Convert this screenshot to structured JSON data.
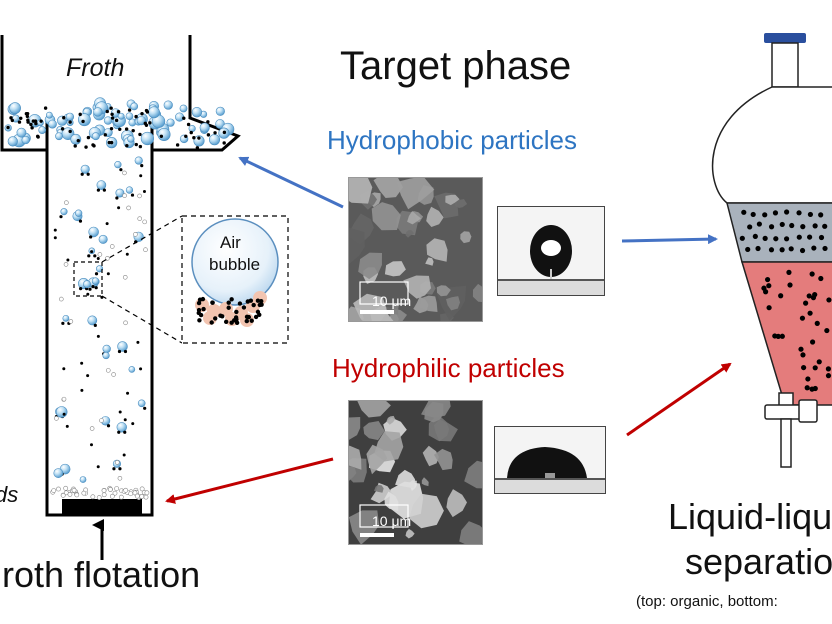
{
  "title": "Target phase",
  "froth_label": "Froth",
  "hydrophobic_label": "Hydrophobic particles",
  "hydrophilic_label": "Hydrophilic particles",
  "scale_bar_top": "10 μm",
  "scale_bar_bottom": "10 μm",
  "air_bubble_line1": "Air",
  "air_bubble_line2": "bubble",
  "froth_flotation_label": "roth flotation",
  "left_partial_label": "ds",
  "liquid_liquid_line1": "Liquid-liqu",
  "liquid_liquid_line2": "separatio",
  "phase_note": "(top: organic, bottom:",
  "colors": {
    "blue_text": "#2e75c2",
    "red_text": "#c00000",
    "blue_arrow": "#4472c4",
    "red_arrow": "#c00000",
    "organic_phase": "#a9b2bc",
    "aqueous_phase": "#e47c7c",
    "stopper": "#2a4f9e"
  }
}
